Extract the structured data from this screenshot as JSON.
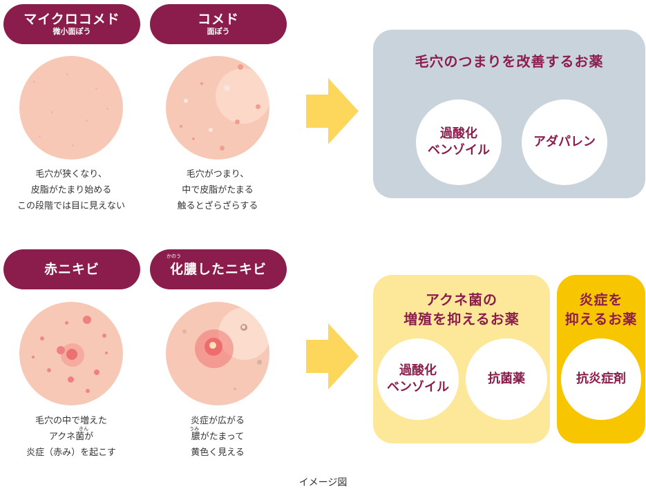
{
  "stages": {
    "micro_comedo": {
      "name": "マイクロコメド",
      "sub": "微小面ぽう",
      "caption": [
        "毛穴が狭くなり、",
        "皮脂がたまり始める",
        "この段階では目に見えない"
      ]
    },
    "comedo": {
      "name": "コメド",
      "sub": "面ぽう",
      "caption": [
        "毛穴がつまり、",
        "中で皮脂がたまる",
        "触るとざらざらする"
      ]
    },
    "red_acne": {
      "name": "赤ニキビ",
      "caption": [
        "毛穴の中で増えた",
        "アクネ菌が",
        "炎症（赤み）を起こす"
      ],
      "ruby": "きん"
    },
    "pustular_acne": {
      "name": "化膿したニキビ",
      "ruby": "かのう",
      "caption": [
        "炎症が広がる",
        "膿がたまって",
        "黄色く見える"
      ],
      "ruby2": "うみ"
    }
  },
  "panels": {
    "pore": {
      "title": "毛穴のつまりを改善するお薬",
      "items": [
        [
          "過酸化",
          "ベンゾイル"
        ],
        [
          "アダパレン"
        ]
      ]
    },
    "bacteria": {
      "title": [
        "アクネ菌の",
        "増殖を抑えるお薬"
      ],
      "items": [
        [
          "過酸化",
          "ベンゾイル"
        ],
        [
          "抗菌薬"
        ]
      ]
    },
    "inflammation": {
      "title": [
        "炎症を",
        "抑えるお薬"
      ],
      "items": [
        [
          "抗炎症剤"
        ]
      ]
    }
  },
  "footer": "イメージ図",
  "colors": {
    "accent": "#8b1d4c",
    "skin": "#f7c8b6",
    "arrow": "#fdd75c",
    "gray_panel": "#c9d3dc",
    "yellow_panel": "#fde89a",
    "gold_panel": "#f7c600"
  }
}
